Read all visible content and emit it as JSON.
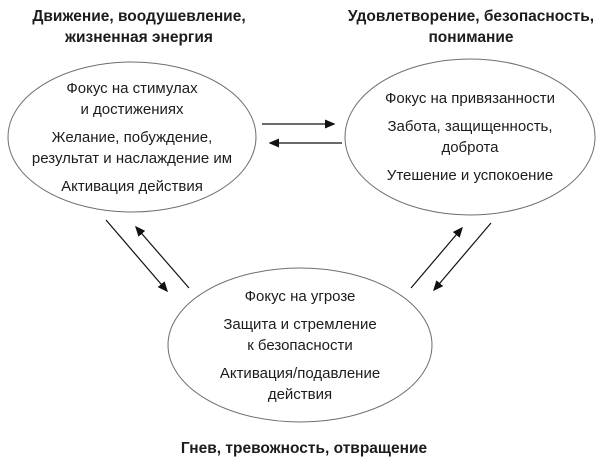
{
  "colors": {
    "background": "#ffffff",
    "ellipse_stroke": "#6e6e6e",
    "arrow": "#111111",
    "text": "#1c1c1c"
  },
  "labels": {
    "top_left": {
      "lines": [
        "Движение, воодушевление,",
        "жизненная энергия"
      ]
    },
    "top_right": {
      "lines": [
        "Удовлетворение, безопасность,",
        "понимание"
      ]
    },
    "bottom": {
      "lines": [
        "Гнев, тревожность, отвращение"
      ]
    }
  },
  "ellipses": {
    "drive": {
      "paragraphs": [
        [
          "Фокус на стимулах",
          "и достижениях"
        ],
        [
          "Желание, побуждение,",
          "результат и наслаждение им"
        ],
        [
          "Активация действия"
        ]
      ]
    },
    "soothing": {
      "paragraphs": [
        [
          "Фокус на привязанности"
        ],
        [
          "Забота, защищенность,",
          "доброта"
        ],
        [
          "Утешение и успокоение"
        ]
      ]
    },
    "threat": {
      "paragraphs": [
        [
          "Фокус на угрозе"
        ],
        [
          "Защита и стремление",
          "к безопасности"
        ],
        [
          "Активация/подавление",
          "действия"
        ]
      ]
    }
  }
}
